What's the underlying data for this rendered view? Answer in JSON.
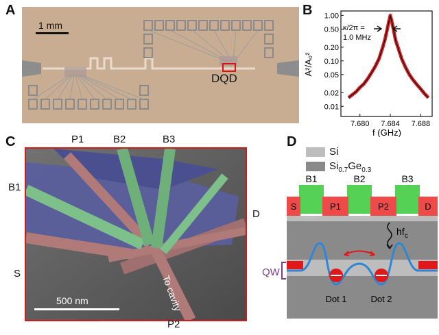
{
  "panels": {
    "a": {
      "letter": "A",
      "scale_bar": "1 mm",
      "dqd_label": "DQD"
    },
    "b": {
      "letter": "B",
      "annotation_line1": "κ/2π =",
      "annotation_line2": "1.0 MHz",
      "ylabel": "A²/A₀²",
      "xlabel": "f (GHz)"
    },
    "c": {
      "letter": "C",
      "labels": {
        "p1": "P1",
        "b2": "B2",
        "b3": "B3",
        "b1": "B1",
        "d": "D",
        "s": "S",
        "p2": "P2",
        "to_cavity": "To cavity"
      },
      "scale_bar": "500 nm"
    },
    "d": {
      "letter": "D",
      "legend": [
        {
          "text": "Si",
          "color": "#bdbdbd"
        },
        {
          "text": "Si0.7Ge0.3",
          "base": "Si",
          "sub1": "0.7",
          "mid": "Ge",
          "sub2": "0.3",
          "color": "#8a8a8a"
        }
      ],
      "gates_top": [
        "B1",
        "B2",
        "B3"
      ],
      "gates_bottom": [
        "S",
        "P1",
        "P2",
        "D"
      ],
      "photon_label": "hf",
      "photon_sub": "c",
      "qw_label": "QW",
      "dots": [
        "Dot 1",
        "Dot 2"
      ]
    }
  },
  "chart_data": {
    "type": "line",
    "title": "",
    "xlabel": "f (GHz)",
    "ylabel": "A²/A₀²",
    "yscale": "log",
    "xlim": [
      7.6775,
      7.6895
    ],
    "ylim": [
      0.006,
      1.25
    ],
    "xticks": [
      "7.680",
      "7.684",
      "7.688"
    ],
    "yticks": [
      "0.01",
      "0.02",
      "0.05",
      "0.10",
      "0.20",
      "0.50",
      "1.00"
    ],
    "series": [
      {
        "kind": "data",
        "color": "#e02020",
        "x": [
          7.6785,
          7.679,
          7.6795,
          7.68,
          7.6805,
          7.681,
          7.6815,
          7.682,
          7.6825,
          7.683,
          7.6833,
          7.6836,
          7.6838,
          7.684,
          7.6842,
          7.6844,
          7.6847,
          7.685,
          7.6855,
          7.686,
          7.6865,
          7.687,
          7.6875,
          7.688,
          7.6885,
          7.689
        ],
        "y": [
          0.0155,
          0.018,
          0.021,
          0.026,
          0.031,
          0.04,
          0.054,
          0.075,
          0.11,
          0.2,
          0.3,
          0.5,
          0.72,
          1.0,
          0.72,
          0.5,
          0.28,
          0.2,
          0.11,
          0.072,
          0.05,
          0.038,
          0.03,
          0.024,
          0.019,
          0.0155
        ]
      },
      {
        "kind": "fit",
        "color": "#111111",
        "x": [
          7.6785,
          7.679,
          7.6795,
          7.68,
          7.6805,
          7.681,
          7.6815,
          7.682,
          7.6825,
          7.683,
          7.6833,
          7.6836,
          7.6838,
          7.684,
          7.6842,
          7.6844,
          7.6847,
          7.685,
          7.6855,
          7.686,
          7.6865,
          7.687,
          7.6875,
          7.688,
          7.6885,
          7.689
        ],
        "y": [
          0.0155,
          0.018,
          0.021,
          0.026,
          0.031,
          0.04,
          0.054,
          0.075,
          0.11,
          0.2,
          0.3,
          0.5,
          0.72,
          1.0,
          0.72,
          0.5,
          0.28,
          0.2,
          0.11,
          0.072,
          0.05,
          0.038,
          0.03,
          0.024,
          0.019,
          0.0155
        ]
      }
    ]
  }
}
